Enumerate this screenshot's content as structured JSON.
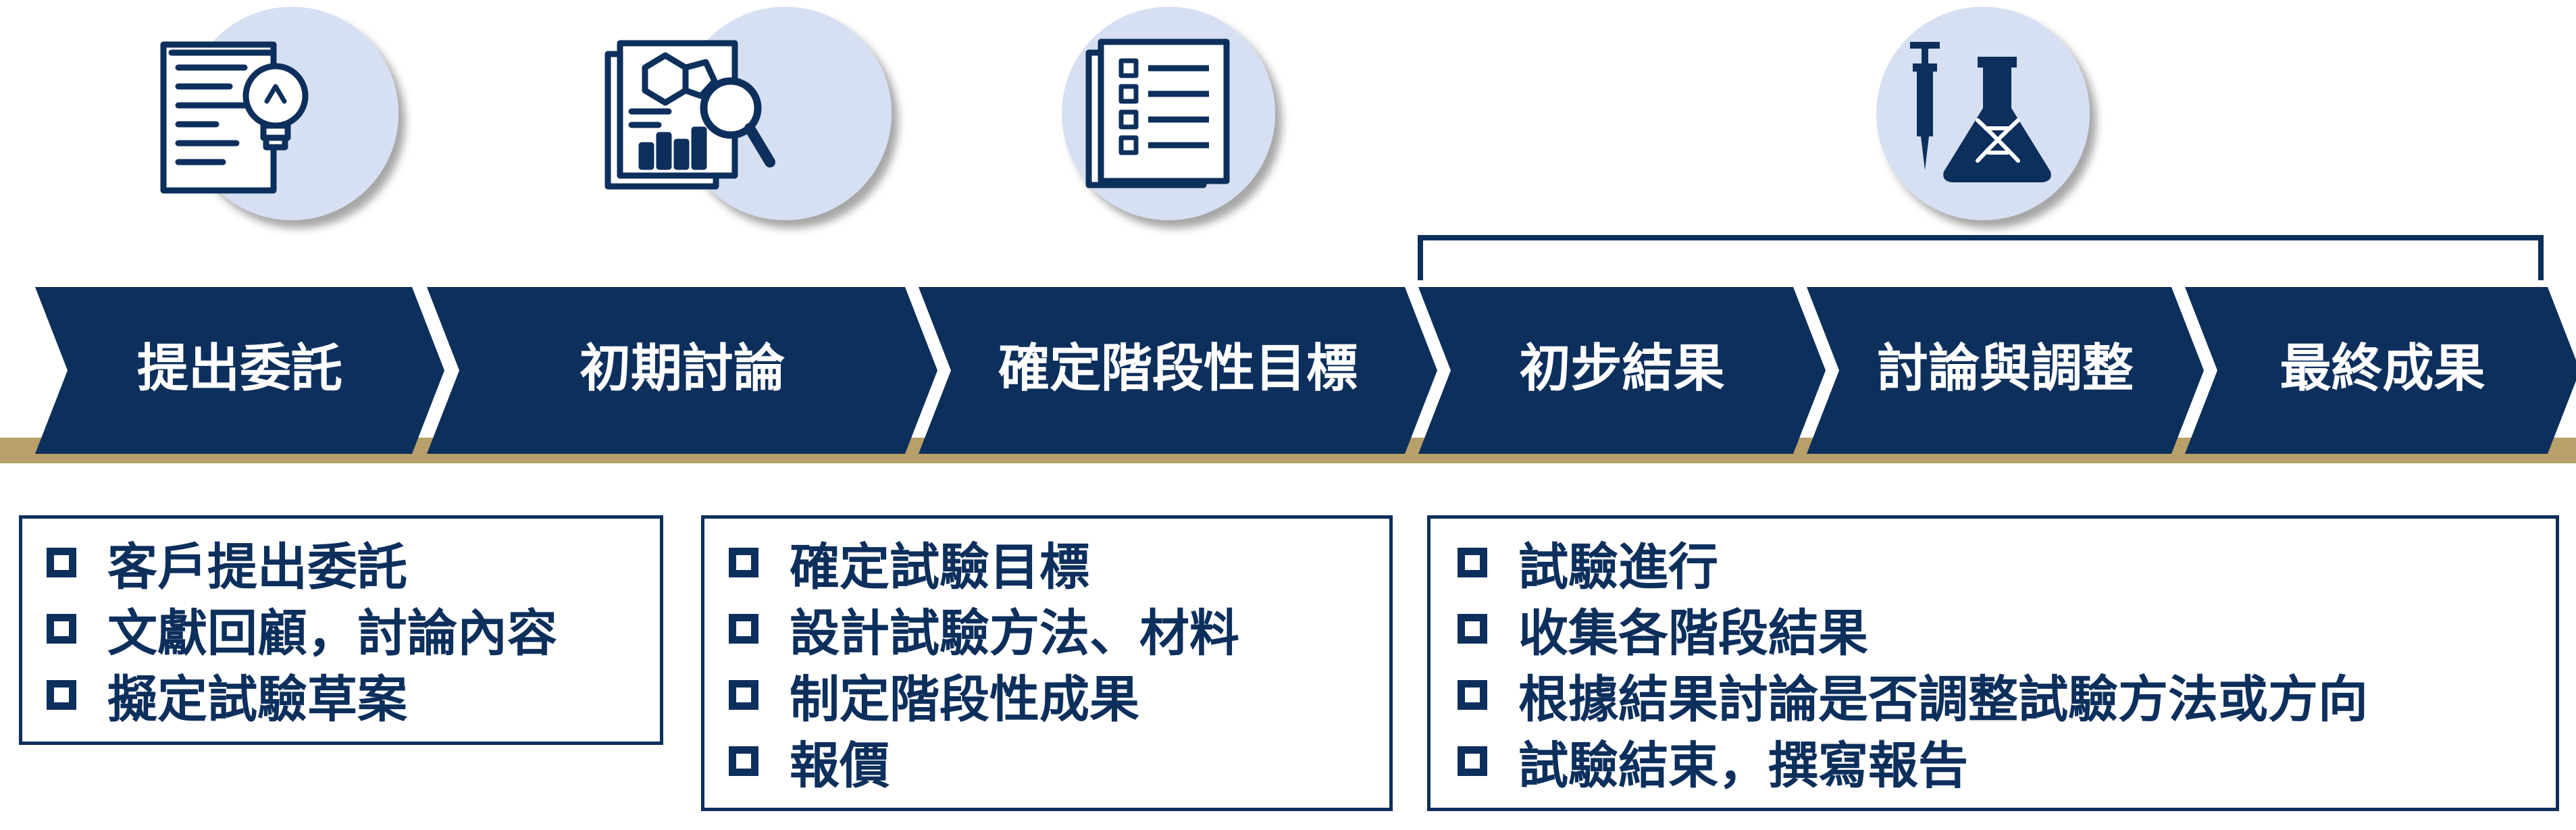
{
  "steps": [
    {
      "label": "提出委託"
    },
    {
      "label": "初期討論"
    },
    {
      "label": "確定階段性目標"
    },
    {
      "label": "初步結果"
    },
    {
      "label": "討論與調整"
    },
    {
      "label": "最終成果"
    }
  ],
  "icons": [
    "document-lightbulb-icon",
    "research-report-magnifier-icon",
    "checklist-icon",
    "syringe-flask-dna-icon"
  ],
  "boxes": [
    {
      "items": [
        "客戶提出委託",
        "文獻回顧，討論內容",
        "擬定試驗草案"
      ]
    },
    {
      "items": [
        "確定試驗目標",
        "設計試驗方法、材料",
        "制定階段性成果",
        "報價"
      ]
    },
    {
      "items": [
        "試驗進行",
        "收集各階段結果",
        "根據結果討論是否調整試驗方法或方向",
        "試驗結束，撰寫報告"
      ]
    }
  ],
  "colors": {
    "navy": "#0d2f5c",
    "gold": "#b8a06a",
    "icon_circle": "#d6e0f2"
  }
}
